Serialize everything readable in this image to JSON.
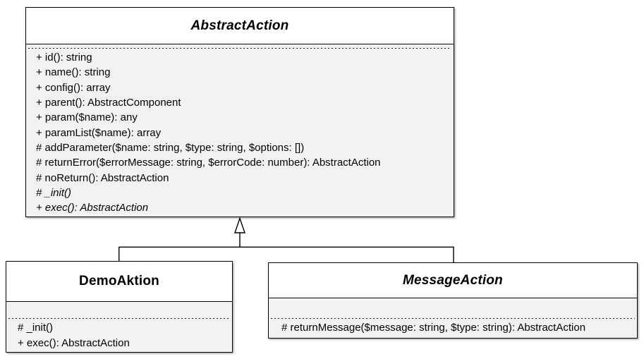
{
  "diagram": {
    "type": "uml-class-diagram",
    "colors": {
      "body_fill": "#f2f2f2",
      "border": "#000000",
      "background": "#ffffff"
    },
    "classes": {
      "abstract_action": {
        "title": "AbstractAction",
        "is_abstract": true,
        "attributes": [],
        "methods": [
          "+ id(): string",
          "+ name(): string",
          "+ config(): array",
          "+ parent(): AbstractComponent",
          "+ param($name): any",
          "+ paramList($name): array",
          "# addParameter($name: string, $type: string, $options: [])",
          "# returnError($errorMessage: string, $errorCode: number): AbstractAction",
          "# noReturn(): AbstractAction",
          "# _init()",
          "+ exec(): AbstractAction"
        ]
      },
      "demo_aktion": {
        "title": "DemoAktion",
        "is_abstract": false,
        "attributes": [],
        "methods": [
          "# _init()",
          "+ exec(): AbstractAction"
        ]
      },
      "message_action": {
        "title": "MessageAction",
        "is_abstract": true,
        "attributes": [],
        "methods": [
          "# returnMessage($message: string, $type: string): AbstractAction"
        ]
      }
    },
    "relationships": [
      {
        "type": "inheritance",
        "from": "DemoAktion",
        "to": "AbstractAction"
      },
      {
        "type": "inheritance",
        "from": "MessageAction",
        "to": "AbstractAction"
      }
    ]
  }
}
